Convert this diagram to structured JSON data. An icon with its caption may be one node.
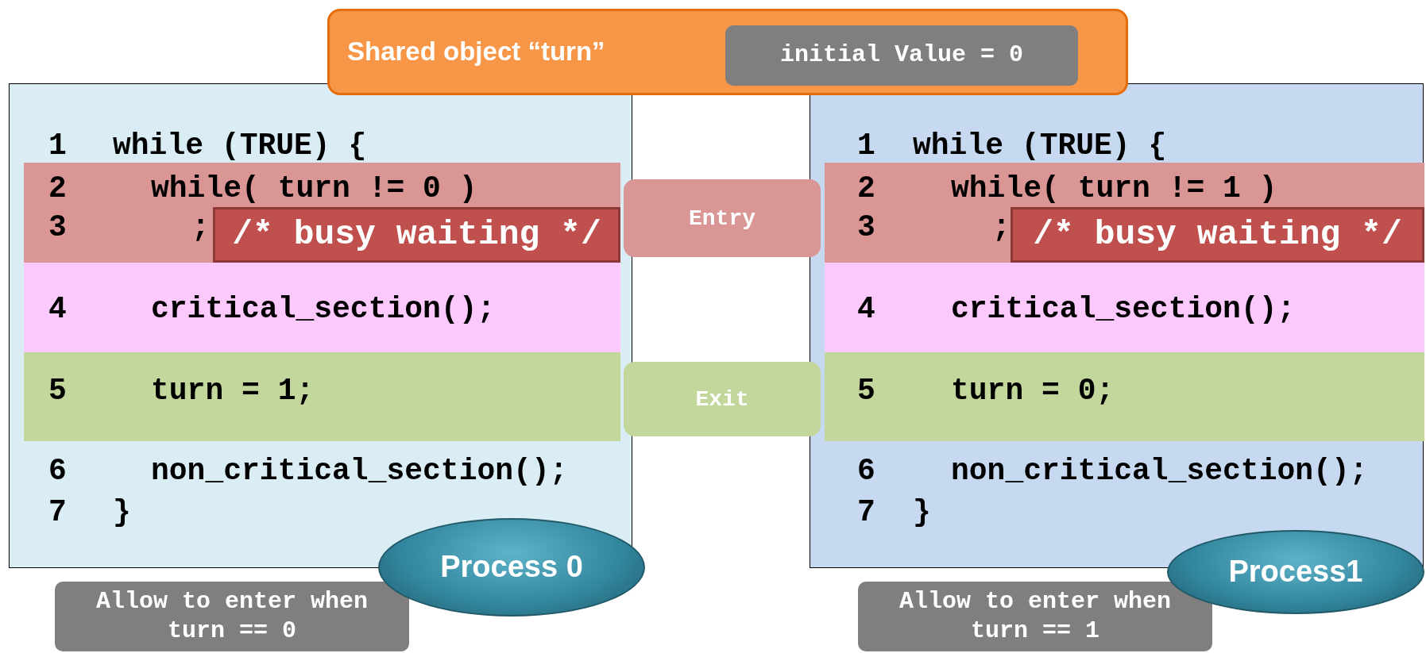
{
  "diagram": {
    "nodes": [
      {
        "text": [
          "Shared object “turn”"
        ]
      },
      {
        "text": [
          "initial Value = 0"
        ],
        "in": 0
      },
      {
        "text": [
          "1",
          "while (TRUE) {",
          "6",
          "non_critical_section();",
          "7",
          "}"
        ]
      },
      {
        "text": [
          "2",
          "while( turn != 0 )",
          "3",
          ";"
        ],
        "in": 2
      },
      {
        "text": [
          "4",
          "critical_section();"
        ],
        "in": 2
      },
      {
        "text": [
          "5",
          "turn = 1;"
        ],
        "in": 2
      },
      {
        "text": [
          "/* busy waiting */"
        ],
        "in": 3
      },
      {
        "text": [
          "Entry"
        ]
      },
      {
        "text": [
          "Exit"
        ]
      },
      {
        "text": [
          "1",
          "while (TRUE) {",
          "6",
          "non_critical_section();",
          "7",
          "}"
        ]
      },
      {
        "text": [
          "2",
          "while( turn != 1 )",
          "3",
          ";"
        ],
        "in": 9
      },
      {
        "text": [
          "4",
          "critical_section();"
        ],
        "in": 9
      },
      {
        "text": [
          "5",
          "turn = 0;"
        ],
        "in": 9
      },
      {
        "text": [
          "/* busy waiting */"
        ],
        "in": 10
      },
      {
        "text": [
          "Process 0"
        ]
      },
      {
        "text": [
          "Allow to enter when turn == 0"
        ]
      },
      {
        "text": [
          "Process1"
        ]
      },
      {
        "text": [
          "Allow to enter when turn == 1"
        ]
      }
    ]
  }
}
